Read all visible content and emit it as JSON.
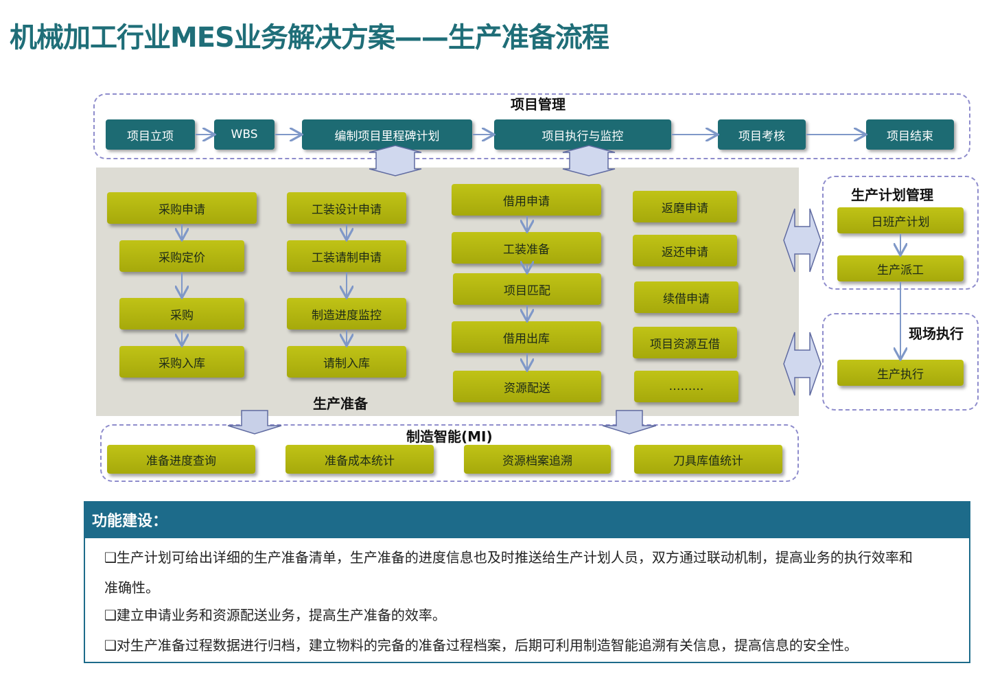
{
  "title": "机械加工行业MES业务解决方案——生产准备流程",
  "colors": {
    "teal": "#1d6b73",
    "olive": "#b5b812",
    "header_blue": "#1d6b8a",
    "dashed_border": "#8e8ccc",
    "panel_grey": "#dddcd4"
  },
  "project_mgmt": {
    "title": "项目管理",
    "steps": [
      "项目立项",
      "WBS",
      "编制项目里程碑计划",
      "项目执行与监控",
      "项目考核",
      "项目结束"
    ]
  },
  "prep": {
    "label": "生产准备",
    "col1": [
      "采购申请",
      "采购定价",
      "采购",
      "采购入库"
    ],
    "col2": [
      "工装设计申请",
      "工装请制申请",
      "制造进度监控",
      "请制入库"
    ],
    "col3": [
      "借用申请",
      "工装准备",
      "项目匹配",
      "借用出库",
      "资源配送"
    ],
    "col4": [
      "返磨申请",
      "返还申请",
      "续借申请",
      "项目资源互借",
      "………"
    ]
  },
  "plan_mgmt": {
    "title": "生产计划管理",
    "items": [
      "日班产计划",
      "生产派工"
    ]
  },
  "site_exec": {
    "title": "现场执行",
    "items": [
      "生产执行"
    ]
  },
  "mi": {
    "title": "制造智能(MI)",
    "items": [
      "准备进度查询",
      "准备成本统计",
      "资源档案追溯",
      "刀具库值统计"
    ]
  },
  "functions": {
    "header": "功能建设：",
    "line1a": "❑生产计划可给出详细的生产准备清单，生产准备的进度信息也及时推送给生产计划人员，双方通过联动机制，提高业务的执行效率和",
    "line1b": "准确性。",
    "line2": "❑建立申请业务和资源配送业务，提高生产准备的效率。",
    "line3": "❑对生产准备过程数据进行归档，建立物料的完备的准备过程档案，后期可利用制造智能追溯有关信息，提高信息的安全性。"
  }
}
